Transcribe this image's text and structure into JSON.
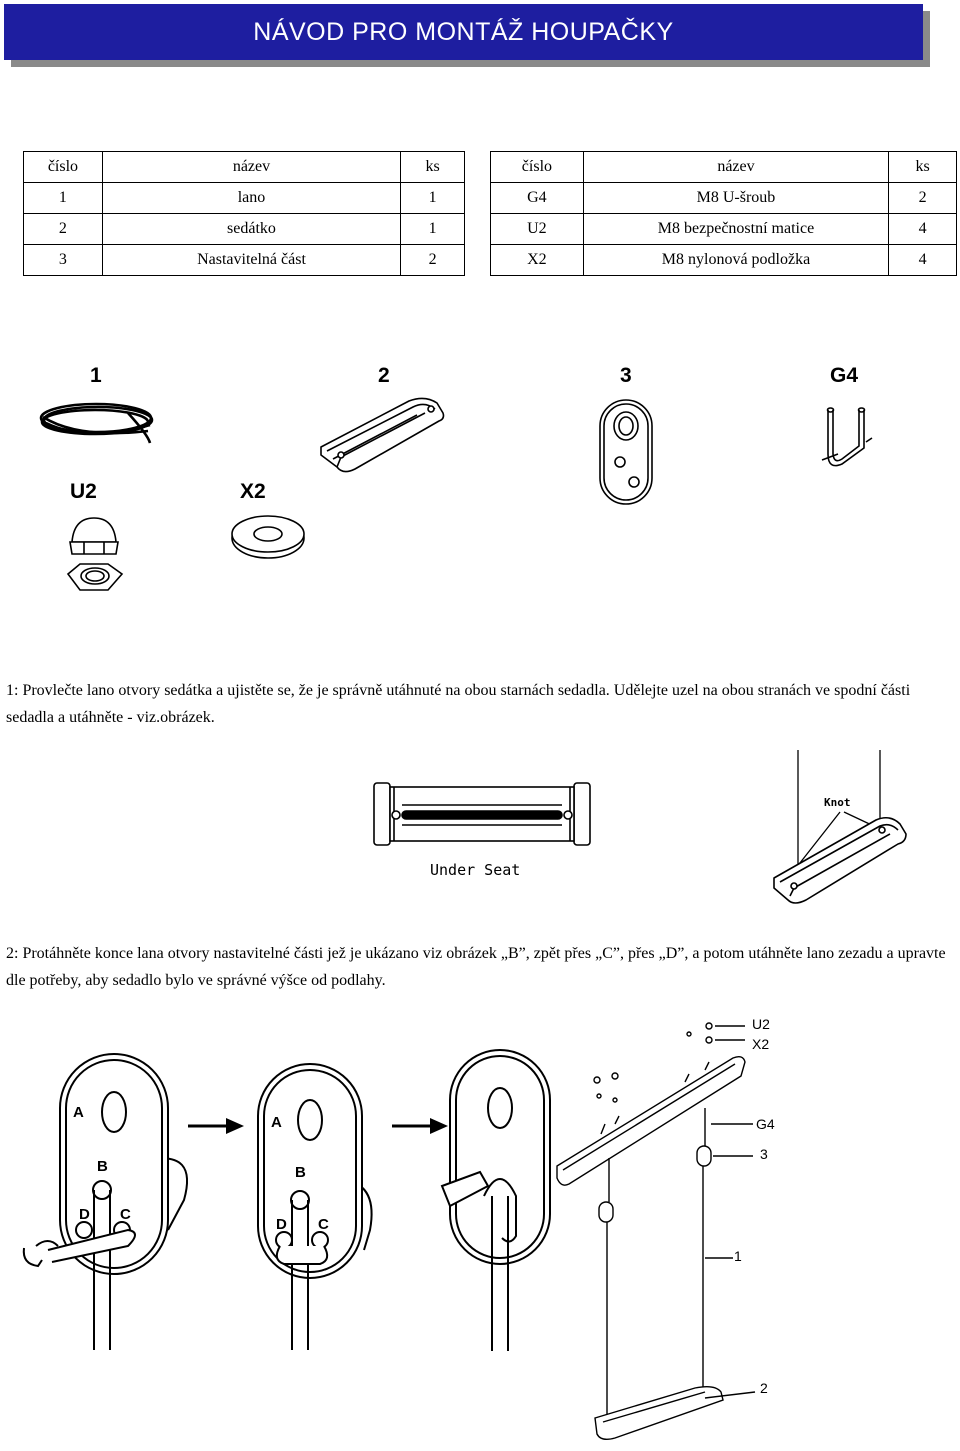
{
  "header": {
    "title": "NÁVOD PRO MONTÁŽ HOUPAČKY"
  },
  "parts_table": {
    "left": {
      "headers": [
        "číslo",
        "název",
        "ks"
      ],
      "rows": [
        [
          "1",
          "lano",
          "1"
        ],
        [
          "2",
          "sedátko",
          "1"
        ],
        [
          "3",
          "Nastavitelná část",
          "2"
        ]
      ]
    },
    "right": {
      "headers": [
        "číslo",
        "název",
        "ks"
      ],
      "rows": [
        [
          "G4",
          "M8 U-šroub",
          "2"
        ],
        [
          "U2",
          "M8 bezpečnostní matice",
          "4"
        ],
        [
          "X2",
          "M8 nylonová podložka",
          "4"
        ]
      ]
    }
  },
  "parts_labels": {
    "p1": "1",
    "p2": "2",
    "p3": "3",
    "pg4": "G4",
    "pu2": "U2",
    "px2": "X2"
  },
  "step1": {
    "text": "1: Provlečte lano otvory sedátka a ujistěte se, že je správně utáhnuté na obou starnách sedadla. Udělejte uzel na obou stranách ve spodní části sedadla a utáhněte - viz.obrázek.",
    "under_seat_label": "Under Seat",
    "knot_label": "Knot"
  },
  "step2": {
    "text": "2: Protáhněte konce lana otvory nastavitelné části jež je ukázano viz obrázek „B”, zpět přes „C”, přes „D”, a potom utáhněte lano zezadu a upravte dle potřeby, aby sedadlo bylo ve správné výšce od podlahy.",
    "adjuster_labels": {
      "a": "A",
      "b": "B",
      "c": "C",
      "d": "D"
    },
    "assembly_labels": {
      "u2": "U2",
      "x2": "X2",
      "g4": "G4",
      "p3": "3",
      "p1": "1",
      "p2": "2"
    }
  }
}
